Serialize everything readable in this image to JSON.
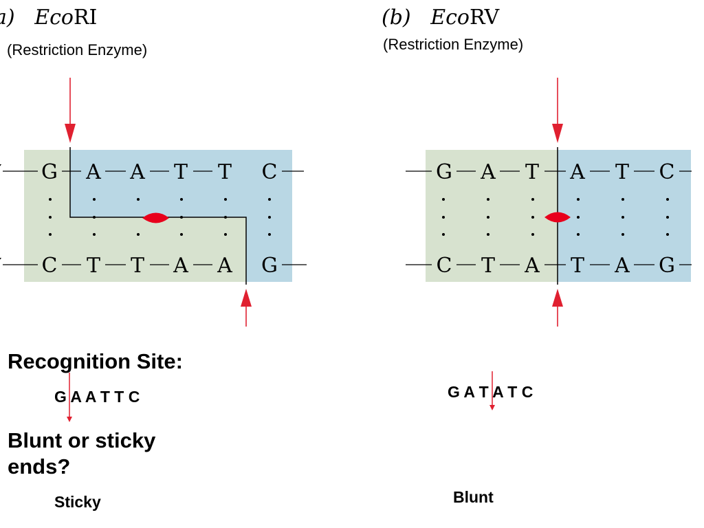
{
  "panel_a": {
    "label": "a)",
    "enzyme_prefix": "Eco",
    "enzyme_suffix": "RI",
    "subtitle": "(Restriction Enzyme)",
    "strand_end": "′",
    "top_strand": [
      "G",
      "A",
      "A",
      "T",
      "T",
      "C"
    ],
    "bottom_strand": [
      "C",
      "T",
      "T",
      "A",
      "A",
      "G"
    ]
  },
  "panel_b": {
    "label": "(b)",
    "enzyme_prefix": "Eco",
    "enzyme_suffix": "RV",
    "subtitle": "(Restriction Enzyme)",
    "top_strand": [
      "G",
      "A",
      "T",
      "A",
      "T",
      "C"
    ],
    "bottom_strand": [
      "C",
      "T",
      "A",
      "T",
      "A",
      "G"
    ]
  },
  "recognition_heading": "Recognition Site:",
  "ecori_site": "G A A T T C",
  "ecorv_site": "G A T A T C",
  "ends_question": "Blunt or sticky ends?",
  "ecori_answer": "Sticky",
  "ecorv_answer": "Blunt",
  "colors": {
    "left_fragment": "#d7e2cf",
    "right_fragment": "#b9d7e4",
    "cut_arrow": "#e02030",
    "symmetry_marker": "#e8001c"
  }
}
